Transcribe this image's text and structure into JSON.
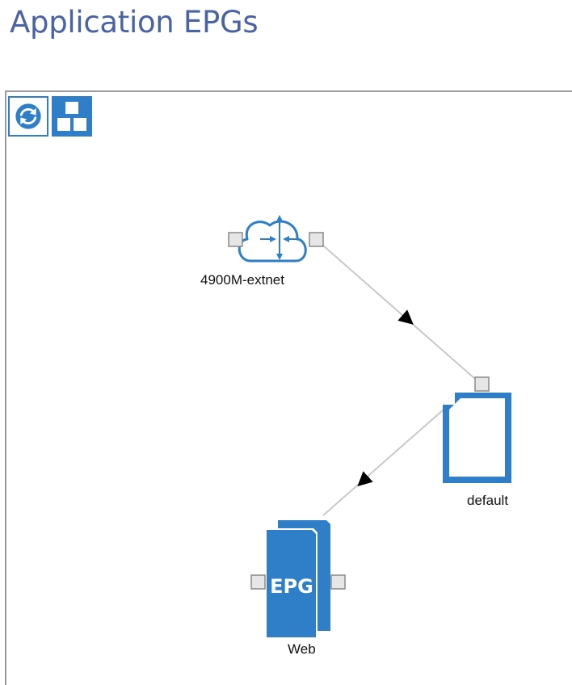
{
  "page": {
    "title": "Application EPGs"
  },
  "toolbar": {
    "refresh": {
      "icon": "refresh-icon"
    },
    "layout": {
      "icon": "hierarchy-layout-icon"
    }
  },
  "topology": {
    "nodes": {
      "l3out": {
        "label": "4900M-extnet",
        "icon": "router-cloud-icon"
      },
      "contract": {
        "label": "default",
        "icon": "contract-document-icon"
      },
      "epg": {
        "label": "Web",
        "badge": "EPG",
        "icon": "epg-stack-icon"
      }
    },
    "links": [
      {
        "from": "4900M-extnet",
        "to": "default"
      },
      {
        "from": "default",
        "to": "Web"
      }
    ]
  },
  "colors": {
    "title": "#4a63a4",
    "accent": "#2f7fc8",
    "link": "#c8c8c8",
    "port_fill": "#e6e6e6",
    "port_stroke": "#8a8a8a"
  }
}
